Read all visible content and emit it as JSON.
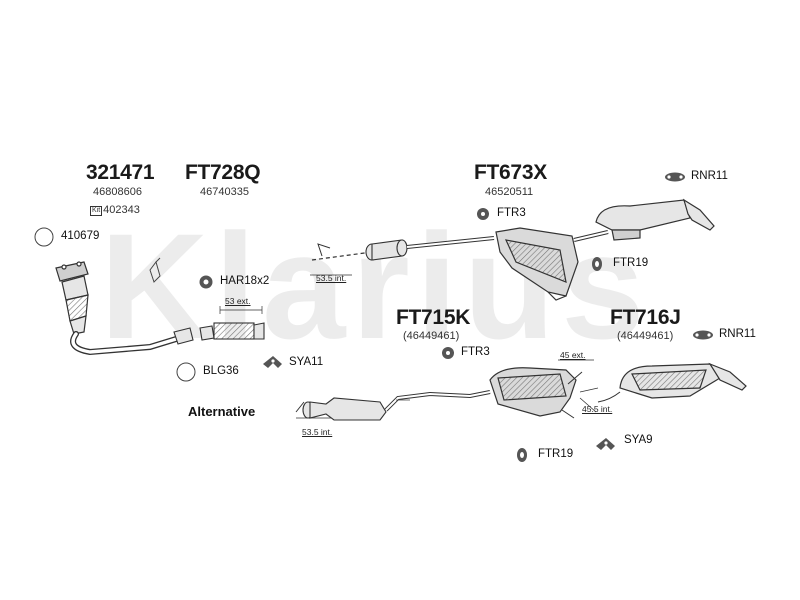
{
  "watermark": "Klarius",
  "parts": {
    "p321471": "321471",
    "p321471_oem": "46808606",
    "p321471_kit": "402343",
    "kit_label": "Kit",
    "ft728q": "FT728Q",
    "ft728q_oem": "46740335",
    "ft673x": "FT673X",
    "ft673x_oem": "46520511",
    "ft715k": "FT715K",
    "ft715k_oem": "(46449461)",
    "ft716j": "FT716J",
    "ft716j_oem": "(46449461)"
  },
  "accessories": {
    "a410679": "410679",
    "har18x2": "HAR18x2",
    "blg36": "BLG36",
    "sya11": "SYA11",
    "ftr3_top": "FTR3",
    "ftr3_bottom": "FTR3",
    "ftr19_top": "FTR19",
    "ftr19_bottom": "FTR19",
    "rnr11_top": "RNR11",
    "rnr11_bottom": "RNR11",
    "sya9": "SYA9"
  },
  "dimensions": {
    "d535_top": "53.5 int.",
    "d53ext": "53 ext.",
    "d535_bottom": "53.5 int.",
    "d45ext": "45 ext.",
    "d455int": "45.5 int."
  },
  "alternative_label": "Alternative",
  "colors": {
    "line": "#333333",
    "fill": "#e6e6e6",
    "dark": "#555555"
  }
}
